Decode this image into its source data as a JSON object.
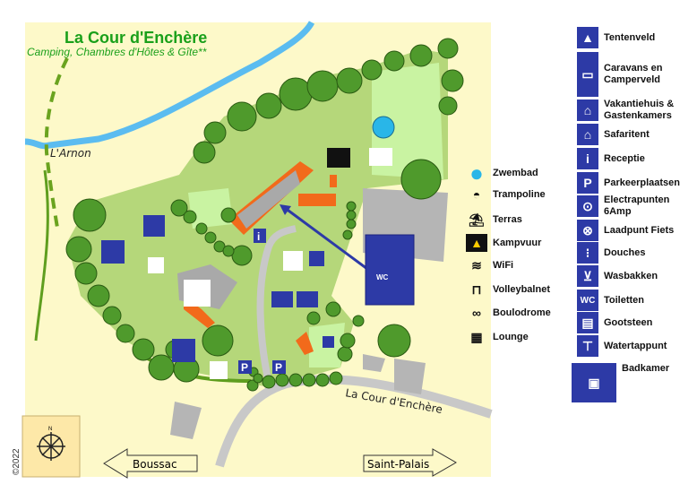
{
  "title": "La Cour d'Enchère",
  "subtitle": "Camping, Chambres d'Hôtes & Gîte**",
  "river_label": "L'Arnon",
  "road_label": "La Cour d'Enchère",
  "direction_left": "Boussac",
  "direction_right": "Saint-Palais",
  "copyright": "©2022",
  "compass_north": "N",
  "parking_label": "P",
  "info_label": "i",
  "wc_label": "WC",
  "colors": {
    "blue": "#2d3aa6",
    "pool": "#29b6e8",
    "river": "#5bbcf0",
    "grass": "#b5d77a",
    "tree": "#4f9a2c",
    "ground": "#fdf9c9"
  },
  "legend_map": [
    {
      "icon": "pool-icon",
      "label": "Zwembad"
    },
    {
      "icon": "trampoline-icon",
      "label": "Trampoline"
    },
    {
      "icon": "picnic-table-icon",
      "label": "Terras"
    },
    {
      "icon": "campfire-icon",
      "label": "Kampvuur"
    },
    {
      "icon": "wifi-icon",
      "label": "WiFi"
    },
    {
      "icon": "volleyball-net-icon",
      "label": "Volleybalnet"
    },
    {
      "icon": "petanque-icon",
      "label": "Boulodrome"
    },
    {
      "icon": "lounge-icon",
      "label": "Lounge"
    }
  ],
  "legend_facilities": [
    {
      "icon": "tent-icon",
      "label": "Tentenveld"
    },
    {
      "icon": "caravan-icon",
      "label": "Caravans en Camperveld"
    },
    {
      "icon": "holiday-house-icon",
      "label": "Vakantiehuis & Gastenkamers"
    },
    {
      "icon": "safari-tent-icon",
      "label": "Safaritent"
    },
    {
      "icon": "info-icon",
      "label": "Receptie"
    },
    {
      "icon": "parking-icon",
      "label": "Parkeerplaatsen"
    },
    {
      "icon": "electric-icon",
      "label": "Electrapunten 6Amp"
    },
    {
      "icon": "bike-charging-icon",
      "label": "Laadpunt Fiets"
    },
    {
      "icon": "shower-icon",
      "label": "Douches"
    },
    {
      "icon": "sink-icon",
      "label": "Wasbakken"
    },
    {
      "icon": "toilet-icon",
      "label": "Toiletten"
    },
    {
      "icon": "dish-sink-icon",
      "label": "Gootsteen"
    },
    {
      "icon": "water-tap-icon",
      "label": "Watertappunt"
    },
    {
      "icon": "bathroom-icon",
      "label": "Badkamer"
    }
  ]
}
